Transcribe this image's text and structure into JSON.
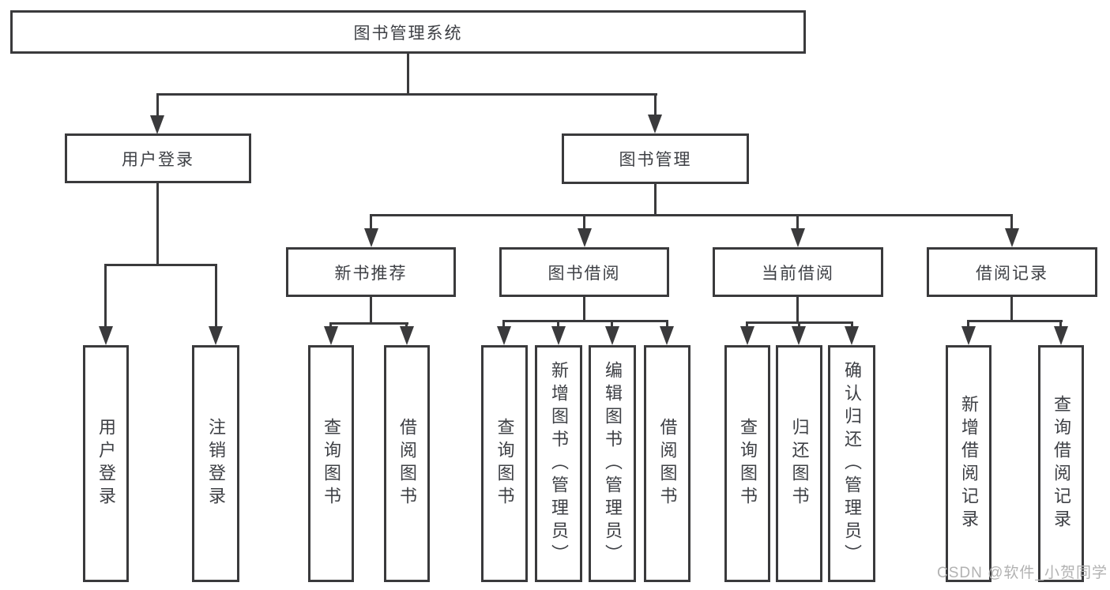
{
  "nodes": {
    "root": "图书管理系统",
    "user_login": "用户登录",
    "book_management": "图书管理",
    "new_book_recommend": "新书推荐",
    "book_borrow": "图书借阅",
    "current_borrow": "当前借阅",
    "borrow_records": "借阅记录",
    "ul_user_login": "用户登录",
    "ul_logout": "注销登录",
    "nb_query_books": "查询图书",
    "nb_borrow_books": "借阅图书",
    "bb_query_books": "查询图书",
    "bb_add_books_admin": "新增图书（管理员）",
    "bb_edit_books_admin": "编辑图书（管理员）",
    "bb_borrow_books": "借阅图书",
    "cb_query_books": "查询图书",
    "cb_return_books": "归还图书",
    "cb_confirm_return_admin": "确认归还（管理员）",
    "br_add_record": "新增借阅记录",
    "br_query_record": "查询借阅记录"
  },
  "watermark": {
    "text": "CSDN @软件_小贺同学"
  }
}
